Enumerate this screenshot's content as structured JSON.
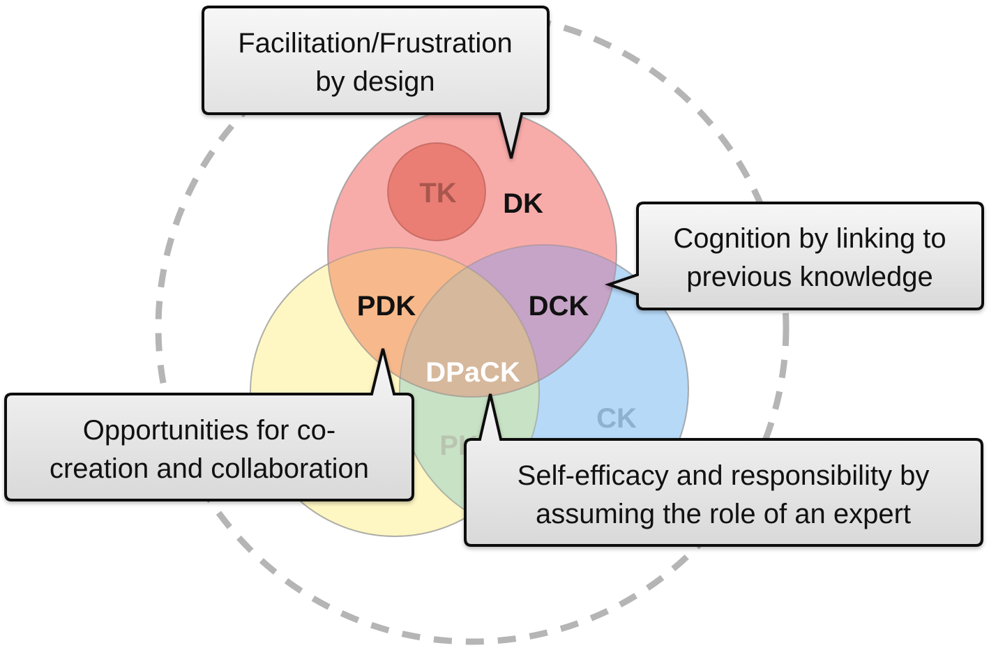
{
  "circles": {
    "dk": {
      "label": "DK",
      "color": "#f7a3a1"
    },
    "tk": {
      "label": "TK",
      "color": "#e8796e"
    },
    "pk": {
      "label": "PK",
      "color": "#fff6b8"
    },
    "ck": {
      "label": "CK",
      "color": "#a9d2f7"
    },
    "pdk": {
      "label": "PDK"
    },
    "dck": {
      "label": "DCK"
    },
    "dpack": {
      "label": "DPaCK"
    }
  },
  "callouts": {
    "top": {
      "line1": "Facilitation/Frustration",
      "line2": "by design"
    },
    "right": {
      "line1": "Cognition by linking to",
      "line2": "previous knowledge"
    },
    "left": {
      "line1": "Opportunities for co-",
      "line2": "creation and collaboration"
    },
    "bottom_right": {
      "line1": "Self-efficacy and responsibility by",
      "line2": "assuming the role of an expert"
    }
  },
  "outer_ring_color": "#b5b5b5"
}
